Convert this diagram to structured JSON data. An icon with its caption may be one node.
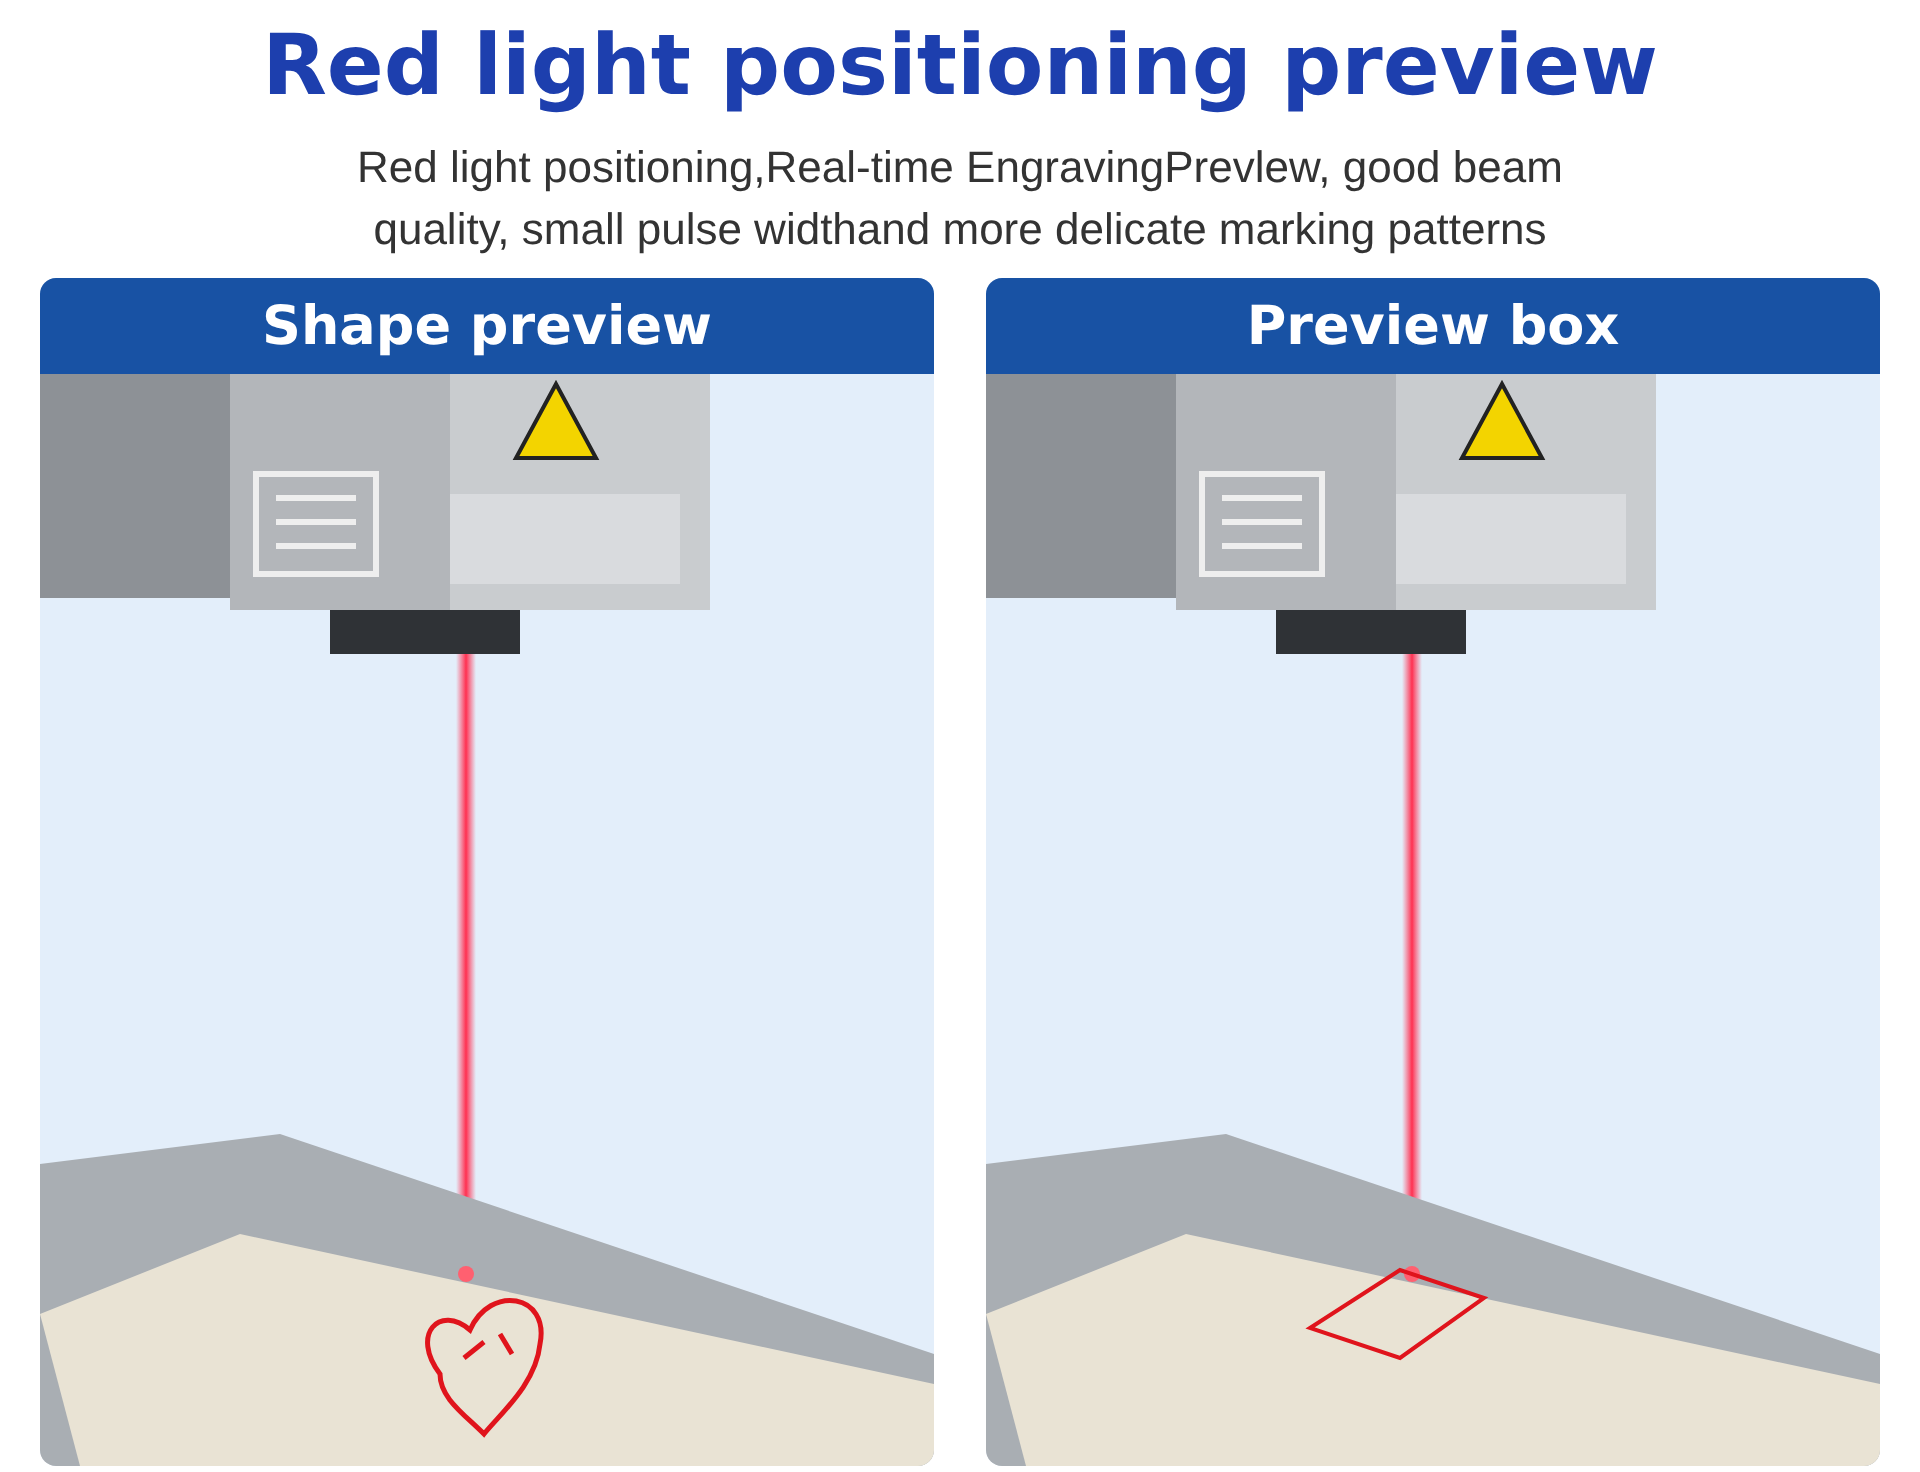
{
  "diagram": {
    "title": "Red light positioning preview",
    "caption": "Red light positioning,Real-time EngravingPrevlew, good beam quality, small pulse widthand more delicate marking patterns",
    "nodes": [
      {
        "text": [
          "Shape preview"
        ]
      },
      {
        "text": [
          "Preview box"
        ]
      }
    ]
  }
}
